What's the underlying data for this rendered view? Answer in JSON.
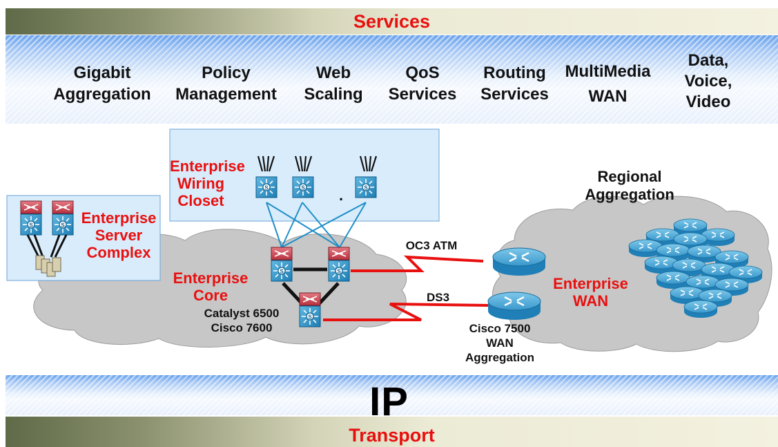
{
  "header": {
    "title": "Services"
  },
  "services": [
    {
      "label": "Gigabit\nAggregation"
    },
    {
      "label": "Policy\nManagement"
    },
    {
      "label": "Web\nScaling"
    },
    {
      "label": "QoS\nServices"
    },
    {
      "label": "Routing\nServices"
    },
    {
      "label": "MultiMedia\nWAN"
    },
    {
      "label": "Data,\nVoice,\nVideo"
    }
  ],
  "diagram": {
    "wiring_closet": "Enterprise\nWiring\nCloset",
    "wiring_closet_ellipsis": ".",
    "server_complex": "Enterprise\nServer\nComplex",
    "core": "Enterprise\nCore",
    "core_platforms": "Catalyst 6500\nCisco 7600",
    "link_oc3": "OC3 ATM",
    "link_ds3": "DS3",
    "wan_router": "Cisco 7500\nWAN\nAggregation",
    "regional": "Regional\nAggregation",
    "wan": "Enterprise\nWAN"
  },
  "ip_layer": {
    "label": "IP"
  },
  "footer": {
    "title": "Transport"
  },
  "colors": {
    "accent_red": "#e8100f",
    "switch_blue": "#2f95c8",
    "switch_red": "#d94a55",
    "router_blue": "#3d9fd1",
    "cloud": "#c6c6c6",
    "box_fill": "#d9ecfb",
    "link_blue": "#1f8fc8"
  },
  "icons": [
    "layer3-switch-icon",
    "router-icon",
    "server-icon",
    "cloud-icon"
  ]
}
